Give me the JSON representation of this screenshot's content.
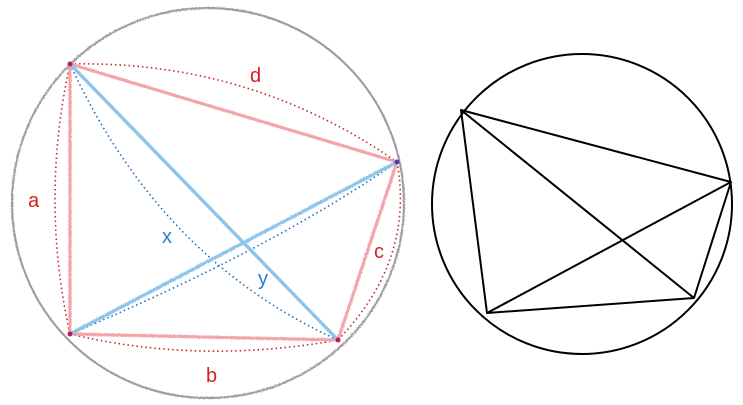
{
  "labels": {
    "a": "a",
    "b": "b",
    "c": "c",
    "d": "d",
    "x": "x",
    "y": "y"
  },
  "colors": {
    "side_label": "#d42020",
    "diagonal_label": "#2a7fd4",
    "side_stroke": "#f2a4a8",
    "diagonal_stroke": "#8cc4ea",
    "arc_dotted_red": "#c62828",
    "arc_dotted_blue": "#1e6fc4",
    "sketch_circle": "#9e9e9e",
    "clean_lines": "#000000"
  }
}
